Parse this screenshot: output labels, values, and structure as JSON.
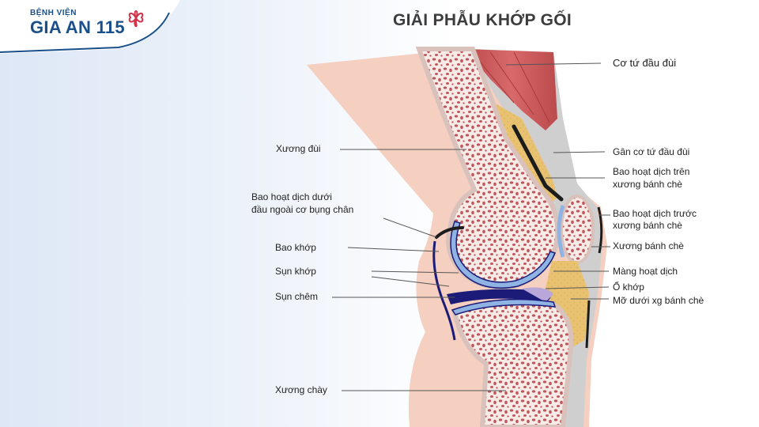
{
  "logo": {
    "top_text": "BỆNH VIỆN",
    "main_text": "GIA AN 115",
    "colors": {
      "blue": "#1a4f8a",
      "red": "#d0334a"
    }
  },
  "title": "GIẢI PHẪU KHỚP GỐI",
  "labels": {
    "left": {
      "xuong_dui": "Xương đùi",
      "bao_hoat_dich_duoi_1": "Bao hoạt dịch dưới",
      "bao_hoat_dich_duoi_2": "đầu ngoài cơ bụng chân",
      "bao_khop": "Bao khớp",
      "sun_khop": "Sụn khớp",
      "sun_chem": "Sụn chêm",
      "xuong_chay": "Xương chày"
    },
    "right": {
      "co_tu_dau_dui": "Cơ tứ đầu đùi",
      "gan_co_tu_dau_dui": "Gân cơ tứ đầu đùi",
      "bao_hoat_dich_tren_1": "Bao hoạt dịch trên",
      "bao_hoat_dich_tren_2": "xương bánh chè",
      "bao_hoat_dich_truoc_1": "Bao hoạt dịch trước",
      "bao_hoat_dich_truoc_2": "xương bánh chè",
      "xuong_banh_che": "Xương bánh chè",
      "mang_hoat_dich": "Màng hoạt dịch",
      "o_khop": "Ổ khớp",
      "mo_duoi": "Mỡ dưới xg bánh chè"
    }
  },
  "colors": {
    "skin": "#f5cfc0",
    "bone_fill": "#f6ebe6",
    "marrow": "#c0575d",
    "cartilage": "#8fb3e3",
    "synovium": "#1c1c78",
    "muscle": "#c84b4e",
    "fat": "#e8c270",
    "tendon": "#c9c9c9"
  }
}
